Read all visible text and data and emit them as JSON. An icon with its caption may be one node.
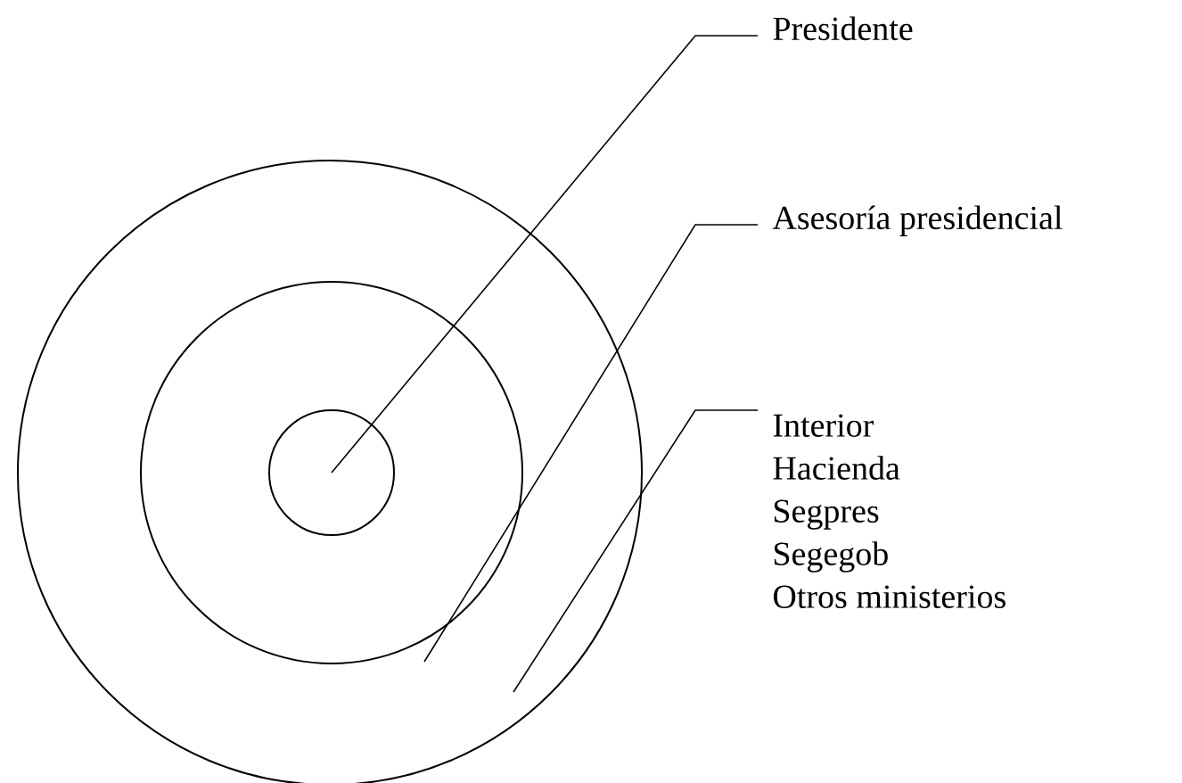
{
  "diagram": {
    "nodes": [
      {
        "text": [
          "Presidente"
        ]
      },
      {
        "text": [
          "Asesoría presidencial"
        ]
      },
      {
        "text": [
          "Interior",
          "Hacienda",
          "Segpres",
          "Segegob",
          "Otros ministerios"
        ]
      },
      {
        "text": [],
        "shape": "circle"
      },
      {
        "text": [],
        "shape": "circle",
        "in": 3
      },
      {
        "text": [],
        "shape": "circle",
        "in": 4
      }
    ],
    "edges": [
      {
        "from": 0,
        "to": 5,
        "arrow": "none"
      },
      {
        "from": 1,
        "to": 4,
        "arrow": "none"
      },
      {
        "from": 2,
        "to": 3,
        "arrow": "none"
      }
    ]
  }
}
